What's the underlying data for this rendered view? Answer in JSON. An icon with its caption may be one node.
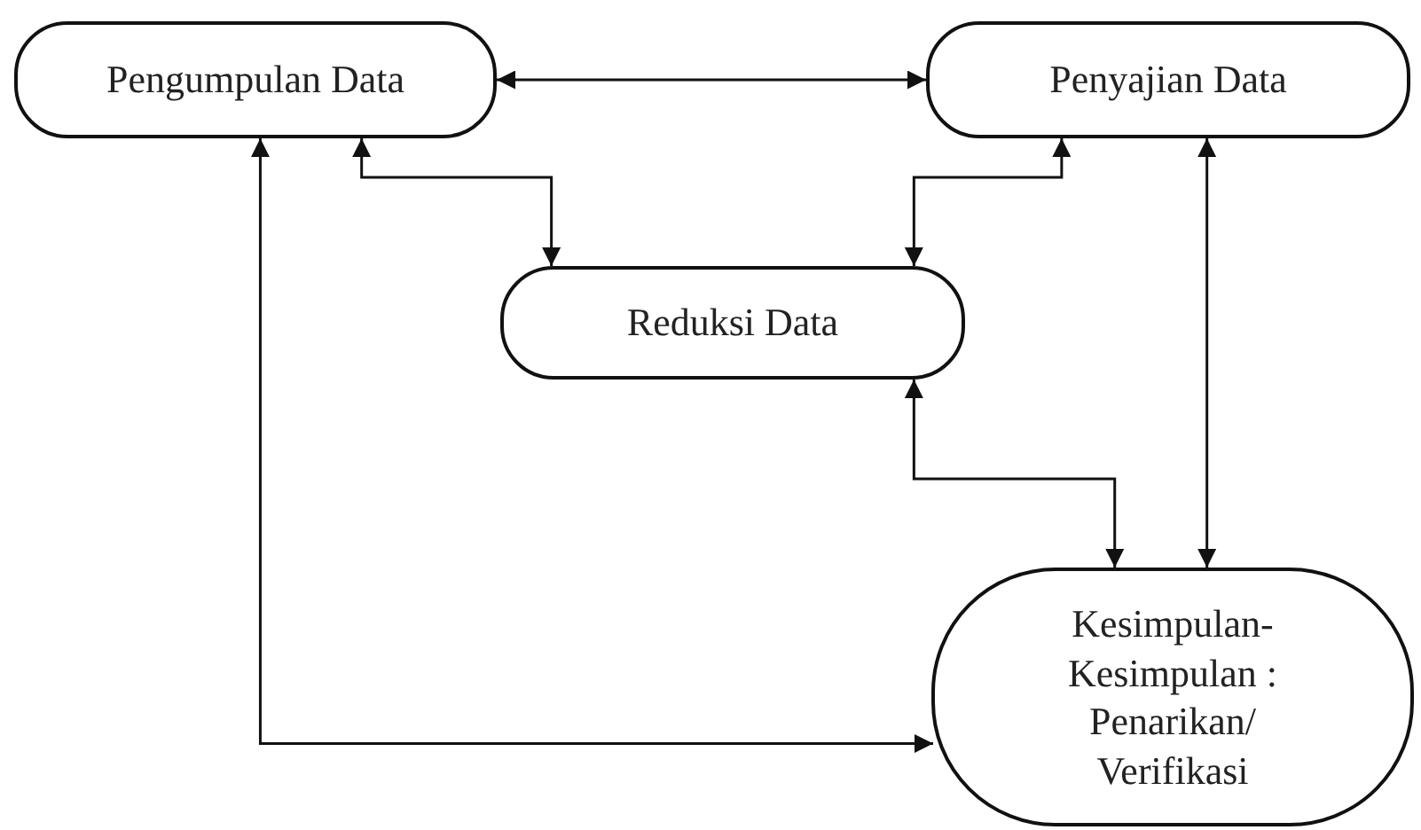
{
  "diagram": {
    "nodes": [
      {
        "text": [
          "Pengumpulan Data"
        ]
      },
      {
        "text": [
          "Penyajian Data"
        ]
      },
      {
        "text": [
          "Reduksi Data"
        ]
      },
      {
        "text": [
          "Kesimpulan- Kesimpulan : Penarikan/ Verifikasi"
        ]
      }
    ],
    "edges": [
      {
        "from": 0,
        "to": 1,
        "arrow": "both"
      },
      {
        "from": 0,
        "to": 2,
        "arrow": "both"
      },
      {
        "from": 1,
        "to": 2,
        "arrow": "both"
      },
      {
        "from": 2,
        "to": 3,
        "arrow": "both"
      },
      {
        "from": 1,
        "to": 3,
        "arrow": "both"
      },
      {
        "from": 0,
        "to": 3,
        "arrow": "both"
      }
    ]
  }
}
